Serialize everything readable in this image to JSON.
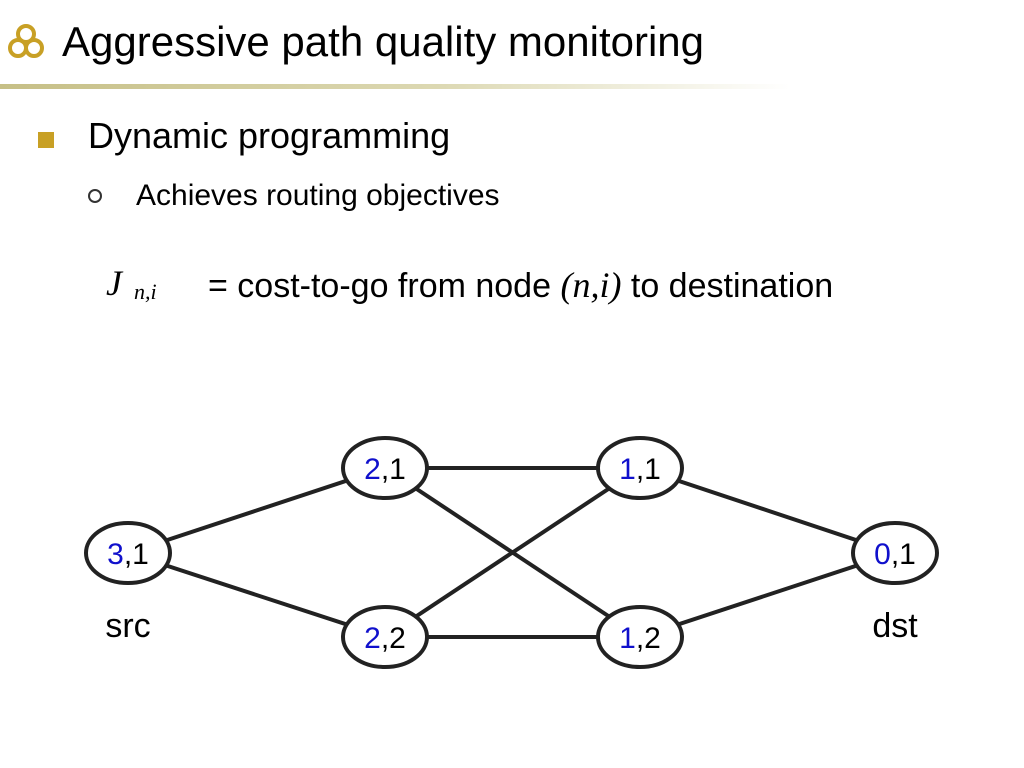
{
  "slide": {
    "title": "Aggressive path quality monitoring",
    "logo_icon": "three-rings-icon",
    "bullets": [
      {
        "text": "Dynamic programming",
        "sub": [
          {
            "text": "Achieves routing objectives"
          }
        ]
      }
    ],
    "equation": {
      "symbol": "J",
      "subscript": "n,i",
      "text_before": "=  cost-to-go from node ",
      "var": "(n,i)",
      "text_after": " to destination"
    }
  },
  "diagram": {
    "value_color": "#1010cc",
    "nodes": [
      {
        "id": "src",
        "cost": "3",
        "index": "1",
        "label": "src"
      },
      {
        "id": "a",
        "cost": "2",
        "index": "1"
      },
      {
        "id": "b",
        "cost": "2",
        "index": "2"
      },
      {
        "id": "c",
        "cost": "1",
        "index": "1"
      },
      {
        "id": "d",
        "cost": "1",
        "index": "2"
      },
      {
        "id": "dst",
        "cost": "0",
        "index": "1",
        "label": "dst"
      }
    ],
    "edges": [
      [
        "src",
        "a"
      ],
      [
        "src",
        "b"
      ],
      [
        "a",
        "c"
      ],
      [
        "a",
        "d"
      ],
      [
        "b",
        "c"
      ],
      [
        "b",
        "d"
      ],
      [
        "c",
        "dst"
      ],
      [
        "d",
        "dst"
      ]
    ]
  }
}
